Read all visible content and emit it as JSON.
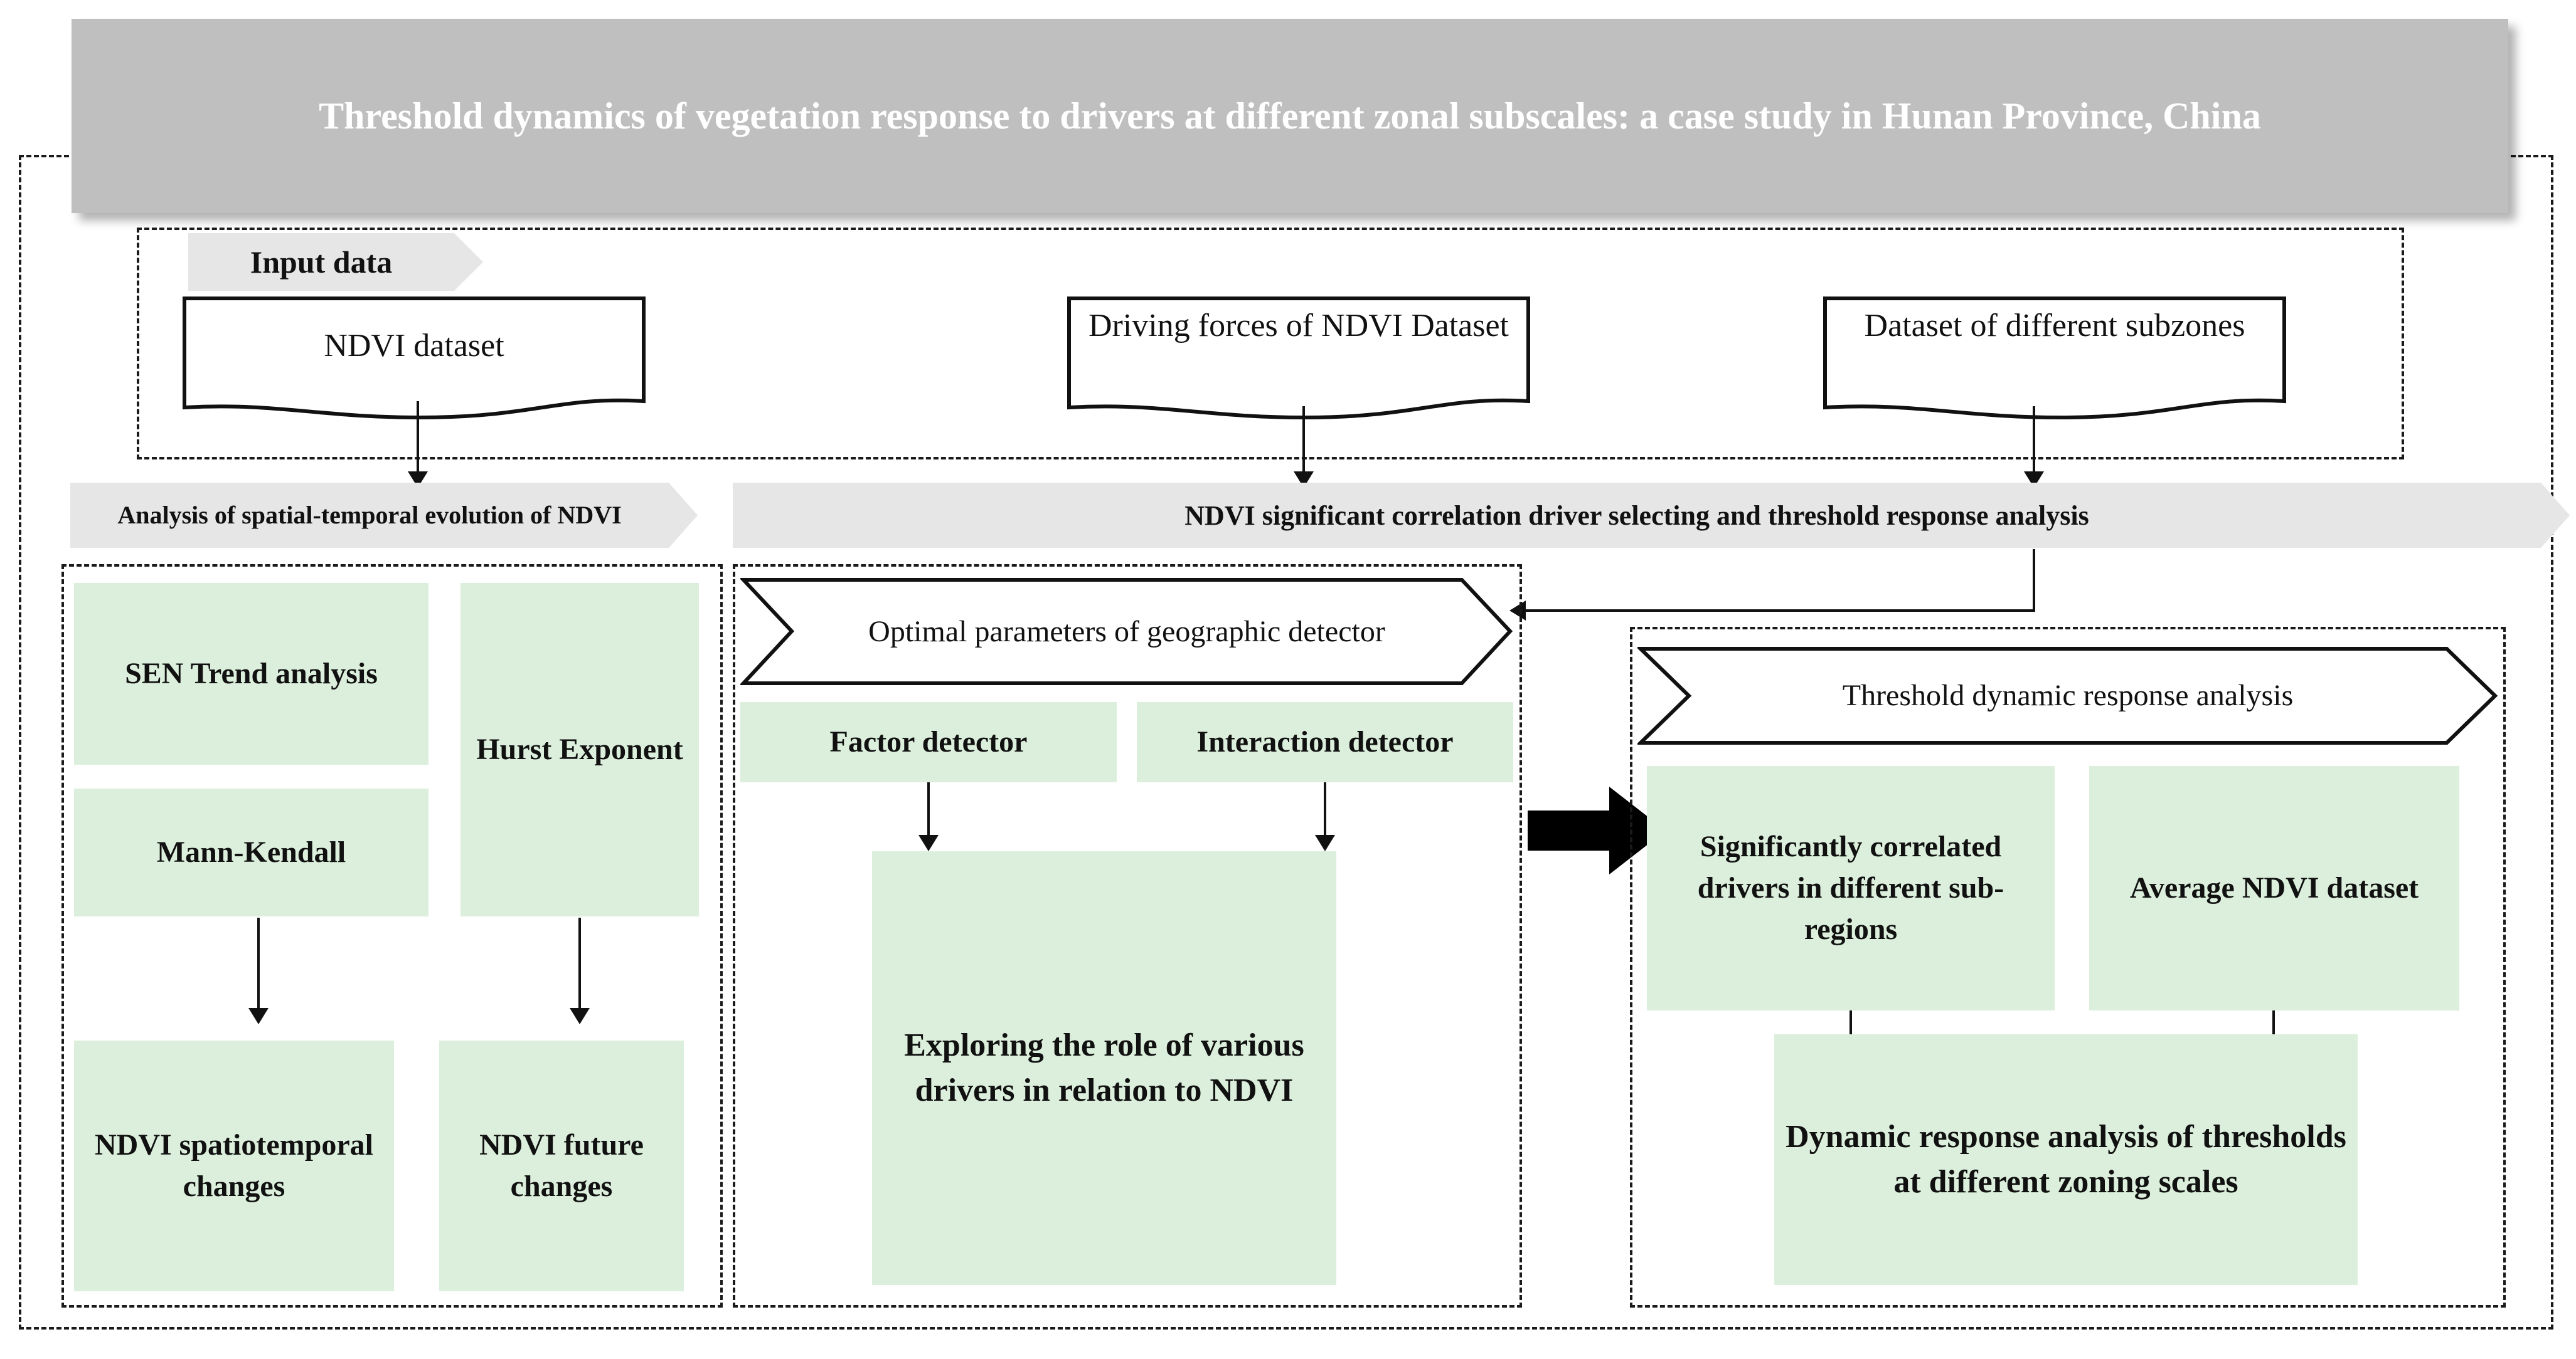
{
  "figure": {
    "title": "Threshold dynamics of vegetation response to drivers at different zonal subscales: a case study in Hunan Province, China",
    "type": "flowchart",
    "colors": {
      "title_bar_bg": "#bfbfbf",
      "title_text": "#ffffff",
      "banner_bg": "#e6e6e6",
      "process_box_bg": "#dcefdc",
      "line": "#111111",
      "dashed_border": "#1a1a1a"
    }
  },
  "input_section": {
    "banner_label": "Input data",
    "datasets": [
      {
        "label": "NDVI dataset"
      },
      {
        "label": "Driving forces of NDVI Dataset"
      },
      {
        "label": "Dataset of different subzones"
      }
    ]
  },
  "left_branch": {
    "banner_label": "Analysis of spatial-temporal evolution of NDVI",
    "methods": [
      {
        "label": "SEN Trend analysis"
      },
      {
        "label": "Mann-Kendall"
      },
      {
        "label": "Hurst Exponent"
      }
    ],
    "outputs": [
      {
        "label": "NDVI spatiotemporal changes"
      },
      {
        "label": "NDVI future changes"
      }
    ]
  },
  "right_branch": {
    "banner_label": "NDVI significant correlation driver selecting and threshold response analysis",
    "detector_panel": {
      "ribbon_label": "Optimal parameters of geographic detector",
      "detectors": [
        {
          "label": "Factor detector"
        },
        {
          "label": "Interaction detector"
        }
      ],
      "result": {
        "label": "Exploring the role of various drivers in relation to NDVI"
      }
    },
    "threshold_panel": {
      "ribbon_label": "Threshold dynamic response analysis",
      "inputs": [
        {
          "label": "Significantly correlated drivers in different sub-regions"
        },
        {
          "label": "Average NDVI dataset"
        }
      ],
      "result": {
        "label": "Dynamic response analysis of thresholds at different zoning scales"
      }
    }
  },
  "connectors": {
    "transfer_arrow": "thick-right-block-arrow"
  }
}
